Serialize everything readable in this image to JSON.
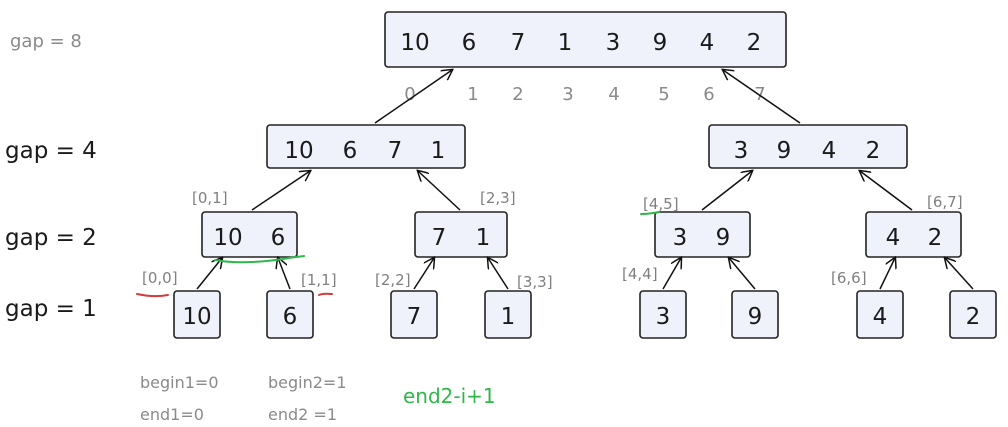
{
  "gap_labels": {
    "gap8": "gap = 8",
    "gap4": "gap = 4",
    "gap2": "gap = 2",
    "gap1": "gap = 1"
  },
  "root_values": [
    "10",
    "6",
    "7",
    "1",
    "3",
    "9",
    "4",
    "2"
  ],
  "indices": [
    "0",
    "1",
    "2",
    "3",
    "4",
    "5",
    "6",
    "7"
  ],
  "gap4_left": [
    "10",
    "6",
    "7",
    "1"
  ],
  "gap4_right": [
    "3",
    "9",
    "4",
    "2"
  ],
  "gap2_nodes": [
    {
      "values": [
        "10",
        "6"
      ],
      "range": "[0,1]"
    },
    {
      "values": [
        "7",
        "1"
      ],
      "range": "[2,3]"
    },
    {
      "values": [
        "3",
        "9"
      ],
      "range": "[4,5]"
    },
    {
      "values": [
        "4",
        "2"
      ],
      "range": "[6,7]"
    }
  ],
  "gap1_nodes": [
    {
      "value": "10",
      "range": "[0,0]"
    },
    {
      "value": "6",
      "range": "[1,1]"
    },
    {
      "value": "7",
      "range": "[2,2]"
    },
    {
      "value": "1",
      "range": "[3,3]"
    },
    {
      "value": "3",
      "range": "[4,4]"
    },
    {
      "value": "9",
      "range": ""
    },
    {
      "value": "4",
      "range": "[6,6]"
    },
    {
      "value": "2",
      "range": ""
    }
  ],
  "notes": {
    "begin1": "begin1=0",
    "begin2": "begin2=1",
    "end1": "end1=0",
    "end2": "end2 =1",
    "formula": "end2-i+1"
  },
  "colors": {
    "box_fill": "#f0f2fb",
    "box_stroke": "#222222",
    "label_gray": "#8a8a8a",
    "pen_green": "#2fb84a",
    "pen_red": "#d43a3a"
  }
}
